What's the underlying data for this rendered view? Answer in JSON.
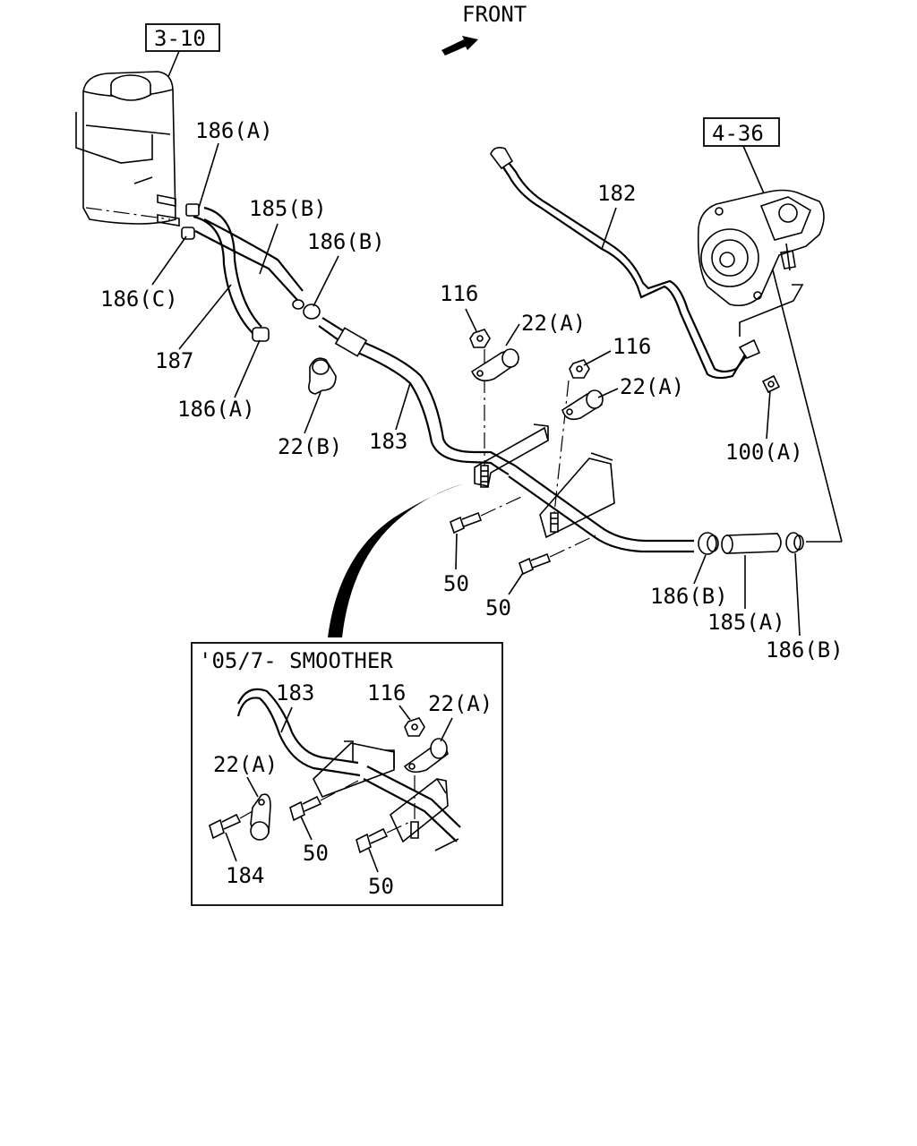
{
  "diagram": {
    "front_label": "FRONT",
    "ref_boxes": {
      "reservoir_ref": "3-10",
      "pump_ref": "4-36"
    },
    "labels": {
      "p186a_top": "186(A)",
      "p185b": "185(B)",
      "p186b_mid": "186(B)",
      "p186c": "186(C)",
      "p187": "187",
      "p186a_low": "186(A)",
      "p22b": "22(B)",
      "p183": "183",
      "p116_a": "116",
      "p22a_a": "22(A)",
      "p116_b": "116",
      "p22a_b": "22(A)",
      "p182": "182",
      "p100a": "100(A)",
      "p50_a": "50",
      "p50_b": "50",
      "p186b_left": "186(B)",
      "p185a": "185(A)",
      "p186b_right": "186(B)"
    },
    "inset": {
      "title": "'05/7- SMOOTHER",
      "labels": {
        "p183": "183",
        "p116": "116",
        "p22a_right": "22(A)",
        "p22a_left": "22(A)",
        "p184": "184",
        "p50_upper": "50",
        "p50_lower": "50"
      }
    }
  }
}
